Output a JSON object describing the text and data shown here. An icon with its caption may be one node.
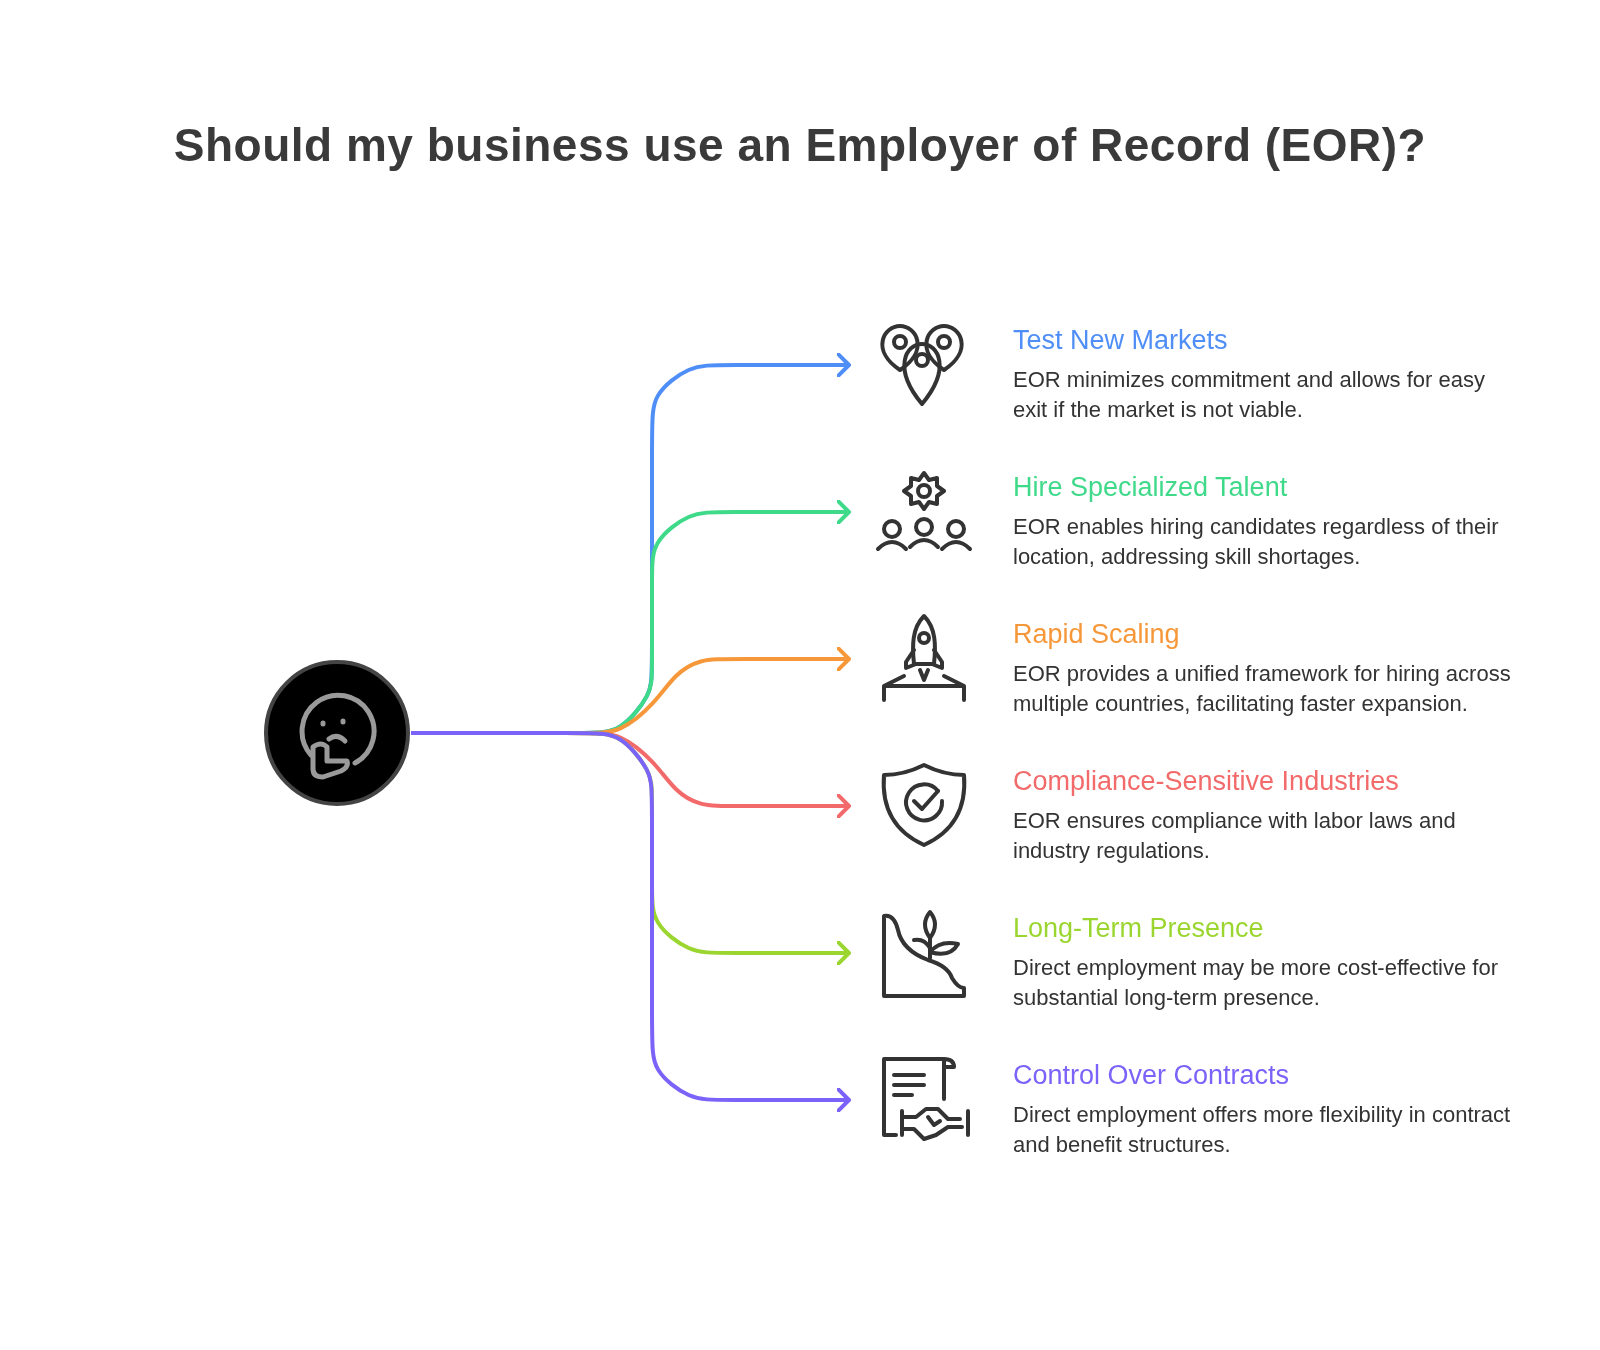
{
  "diagram": {
    "title": "Should my business use an Employer of Record (EOR)?",
    "nodes": [
      {
        "text": [],
        "shape": "circle"
      },
      {
        "text": [
          "Test New Markets",
          "EOR minimizes commitment and allows for easy exit if the market is not viable."
        ]
      },
      {
        "text": [
          "Hire Specialized Talent",
          "EOR enables hiring candidates regardless of their location, addressing skill shortages."
        ]
      },
      {
        "text": [
          "Rapid Scaling",
          "EOR provides a unified framework for hiring across multiple countries, facilitating faster expansion."
        ]
      },
      {
        "text": [
          "Compliance-Sensitive Industries",
          "EOR ensures compliance with labor laws and industry regulations."
        ]
      },
      {
        "text": [
          "Long-Term Presence",
          "Direct employment may be more cost-effective for substantial long-term presence."
        ]
      },
      {
        "text": [
          "Control Over Contracts",
          "Direct employment offers more flexibility in contract and benefit structures."
        ]
      }
    ],
    "edges": [
      {
        "from": 0,
        "to": 1,
        "arrow": "to",
        "color": "#4f8ef7"
      },
      {
        "from": 0,
        "to": 2,
        "arrow": "to",
        "color": "#3fd98a"
      },
      {
        "from": 0,
        "to": 3,
        "arrow": "to",
        "color": "#f6983a"
      },
      {
        "from": 0,
        "to": 4,
        "arrow": "to",
        "color": "#f26a6a"
      },
      {
        "from": 0,
        "to": 5,
        "arrow": "to",
        "color": "#9bd630"
      },
      {
        "from": 0,
        "to": 6,
        "arrow": "to",
        "color": "#7b62f8"
      }
    ]
  }
}
